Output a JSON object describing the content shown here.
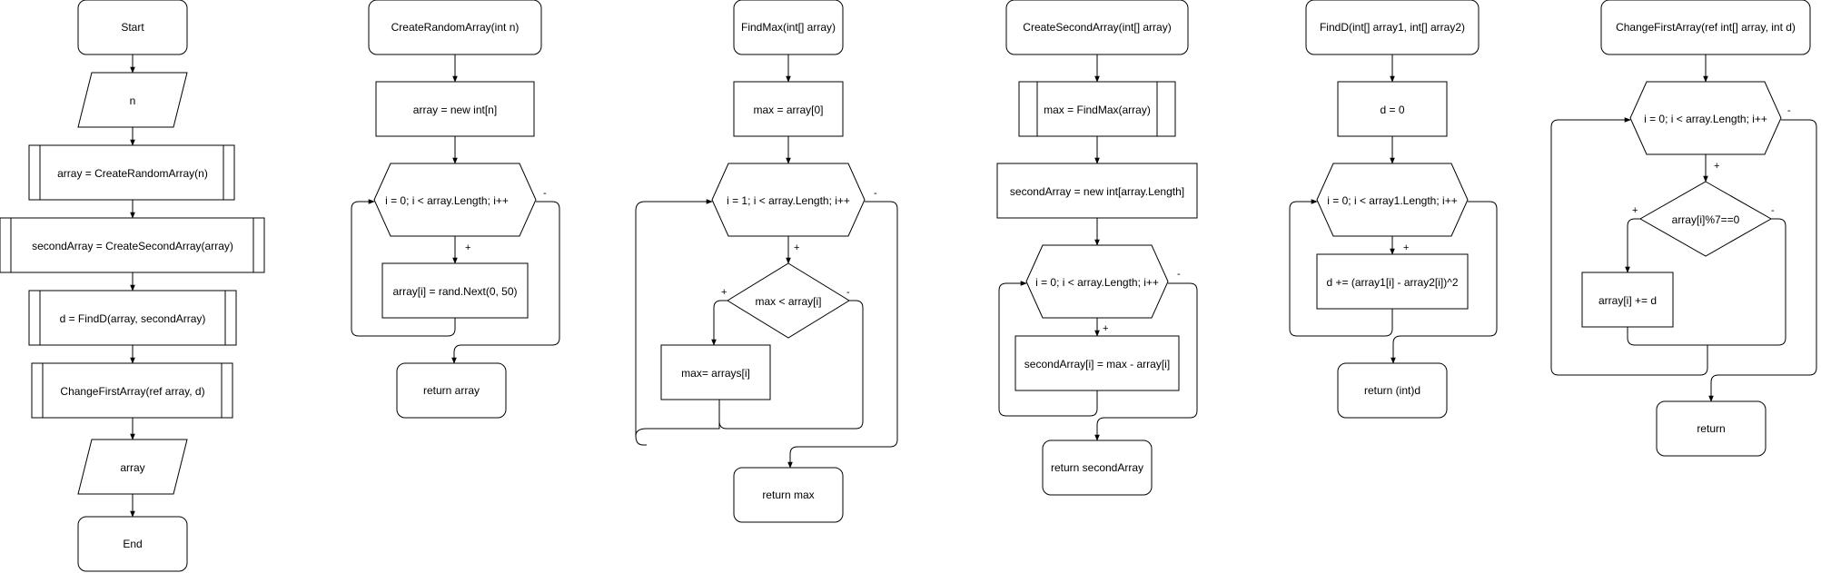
{
  "flowcharts": {
    "main": {
      "start": "Start",
      "input_n": "n",
      "call_create_random": "array = CreateRandomArray(n)",
      "call_create_second": "secondArray = CreateSecondArray(array)",
      "call_find_d": "d = FindD(array, secondArray)",
      "call_change_first": "ChangeFirstArray(ref array, d)",
      "output_array": "array",
      "end": "End"
    },
    "create_random_array": {
      "header": "CreateRandomArray(int n)",
      "init": "array = new int[n]",
      "loop": "i = 0; i < array.Length; i++",
      "body": "array[i] = rand.Next(0, 50)",
      "ret": "return array"
    },
    "find_max": {
      "header": "FindMax(int[] array)",
      "init": "max = array[0]",
      "loop": "i = 1; i < array.Length; i++",
      "condition": "max < array[i]",
      "assign": "max= arrays[i]",
      "ret": "return max"
    },
    "create_second_array": {
      "header": "CreateSecondArray(int[] array)",
      "call_find_max": "max = FindMax(array)",
      "init": "secondArray = new int[array.Length]",
      "loop": "i = 0; i < array.Length; i++",
      "body": "secondArray[i] = max - array[i]",
      "ret": "return secondArray"
    },
    "find_d": {
      "header": "FindD(int[] array1, int[] array2)",
      "init": "d = 0",
      "loop": "i = 0; i < array1.Length; i++",
      "body": "d += (array1[i] - array2[i])^2",
      "ret": "return (int)d"
    },
    "change_first_array": {
      "header": "ChangeFirstArray(ref int[] array, int d)",
      "loop": "i = 0; i < array.Length; i++",
      "condition": "array[i]%7==0",
      "body": "array[i] += d",
      "ret": "return"
    }
  },
  "edge_labels": {
    "plus": "+",
    "minus": "-"
  }
}
